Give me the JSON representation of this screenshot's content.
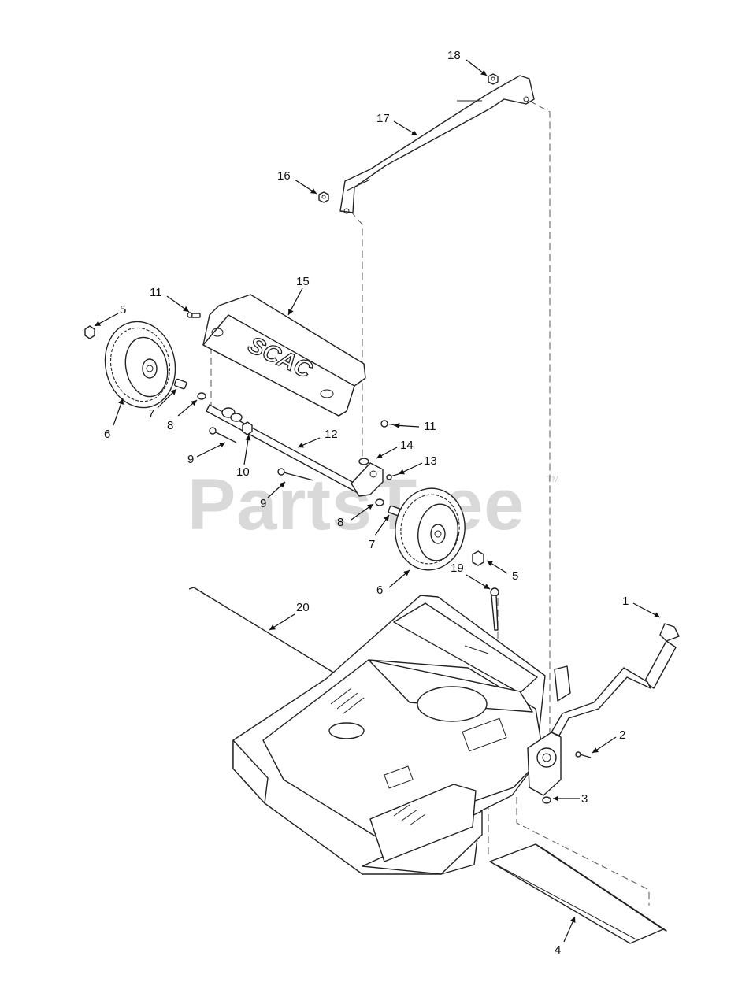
{
  "diagram": {
    "watermark": "PartsTree",
    "watermark_mark": "TM",
    "brand_text": "SCAC",
    "callouts": [
      {
        "id": "c18",
        "label": "18"
      },
      {
        "id": "c17",
        "label": "17"
      },
      {
        "id": "c16",
        "label": "16"
      },
      {
        "id": "c15",
        "label": "15"
      },
      {
        "id": "c11a",
        "label": "11"
      },
      {
        "id": "c5a",
        "label": "5"
      },
      {
        "id": "c7a",
        "label": "7"
      },
      {
        "id": "c8a",
        "label": "8"
      },
      {
        "id": "c6a",
        "label": "6"
      },
      {
        "id": "c11b",
        "label": "11"
      },
      {
        "id": "c12",
        "label": "12"
      },
      {
        "id": "c9a",
        "label": "9"
      },
      {
        "id": "c10",
        "label": "10"
      },
      {
        "id": "c14",
        "label": "14"
      },
      {
        "id": "c13",
        "label": "13"
      },
      {
        "id": "c9b",
        "label": "9"
      },
      {
        "id": "c8b",
        "label": "8"
      },
      {
        "id": "c7b",
        "label": "7"
      },
      {
        "id": "c5b",
        "label": "5"
      },
      {
        "id": "c6b",
        "label": "6"
      },
      {
        "id": "c19",
        "label": "19"
      },
      {
        "id": "c20",
        "label": "20"
      },
      {
        "id": "c1",
        "label": "1"
      },
      {
        "id": "c2",
        "label": "2"
      },
      {
        "id": "c3",
        "label": "3"
      },
      {
        "id": "c4",
        "label": "4"
      }
    ]
  }
}
